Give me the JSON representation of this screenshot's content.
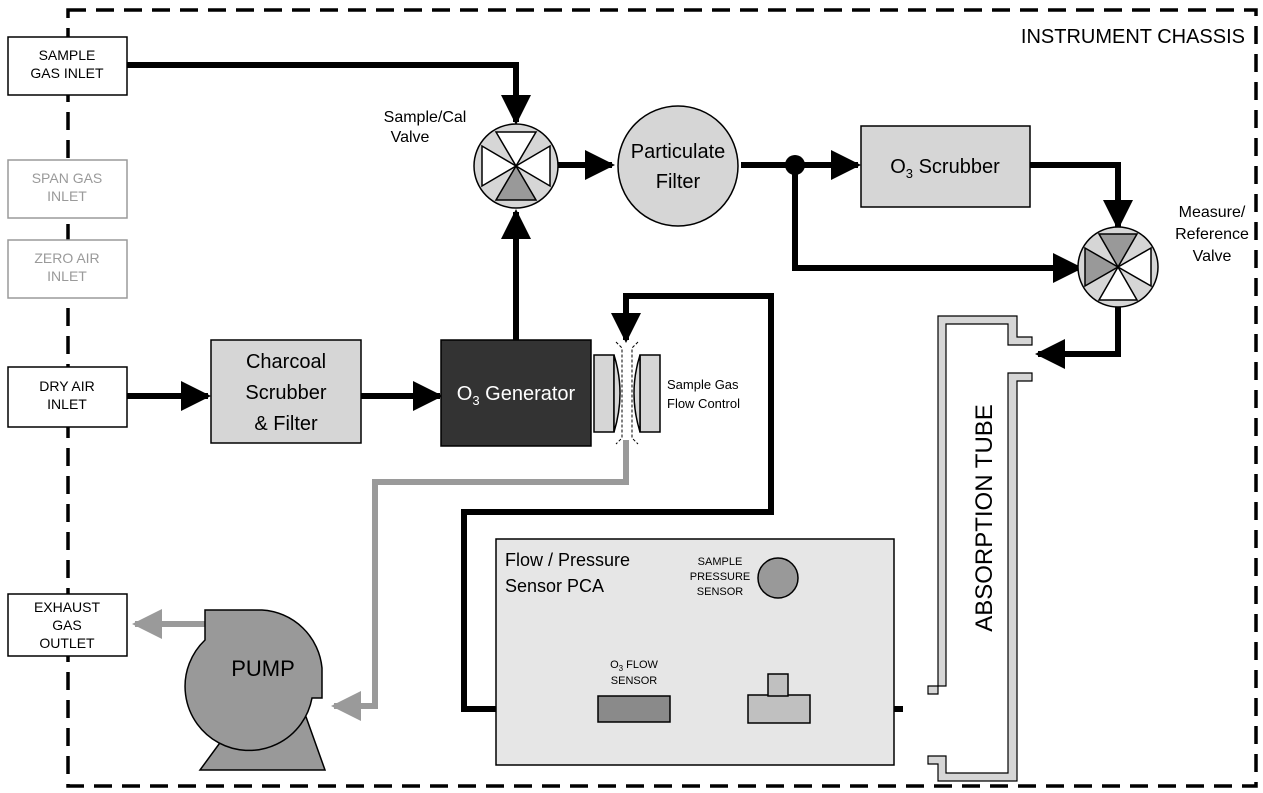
{
  "chassis_label": "INSTRUMENT CHASSIS",
  "ports": {
    "sample_gas_inlet": [
      "SAMPLE",
      "GAS INLET"
    ],
    "span_gas_inlet": [
      "SPAN GAS",
      "INLET"
    ],
    "zero_air_inlet": [
      "ZERO AIR",
      "INLET"
    ],
    "dry_air_inlet": [
      "DRY AIR",
      "INLET"
    ],
    "exhaust_gas_outlet": [
      "EXHAUST",
      "GAS",
      "OUTLET"
    ]
  },
  "components": {
    "sample_cal_valve": [
      "Sample/Cal",
      "Valve"
    ],
    "particulate_filter": [
      "Particulate",
      "Filter"
    ],
    "o3_scrubber": {
      "prefix": "O",
      "sub": "3",
      "suffix": " Scrubber"
    },
    "measure_reference_valve": [
      "Measure/",
      "Reference",
      "Valve"
    ],
    "charcoal_scrubber": [
      "Charcoal",
      "Scrubber",
      "& Filter"
    ],
    "o3_generator": {
      "prefix": "O",
      "sub": "3",
      "suffix": " Generator"
    },
    "sample_gas_flow_control": [
      "Sample Gas",
      "Flow Control"
    ],
    "absorption_tube": "ABSORPTION TUBE",
    "flow_pressure_pca": [
      "Flow / Pressure",
      "Sensor PCA"
    ],
    "sample_pressure_sensor": [
      "SAMPLE",
      "PRESSURE",
      "SENSOR"
    ],
    "o3_flow_sensor": {
      "prefix": "O",
      "sub": "3",
      "suffix": " FLOW",
      "line2": "SENSOR"
    },
    "pump": "PUMP"
  },
  "colors": {
    "pipe": "#000000",
    "exhaust_pipe": "#9a9a9a",
    "box_fill": "#d6d6d6",
    "generator_fill": "#333333",
    "pca_fill": "#e6e6e6",
    "disabled_text": "#9a9a9a"
  }
}
